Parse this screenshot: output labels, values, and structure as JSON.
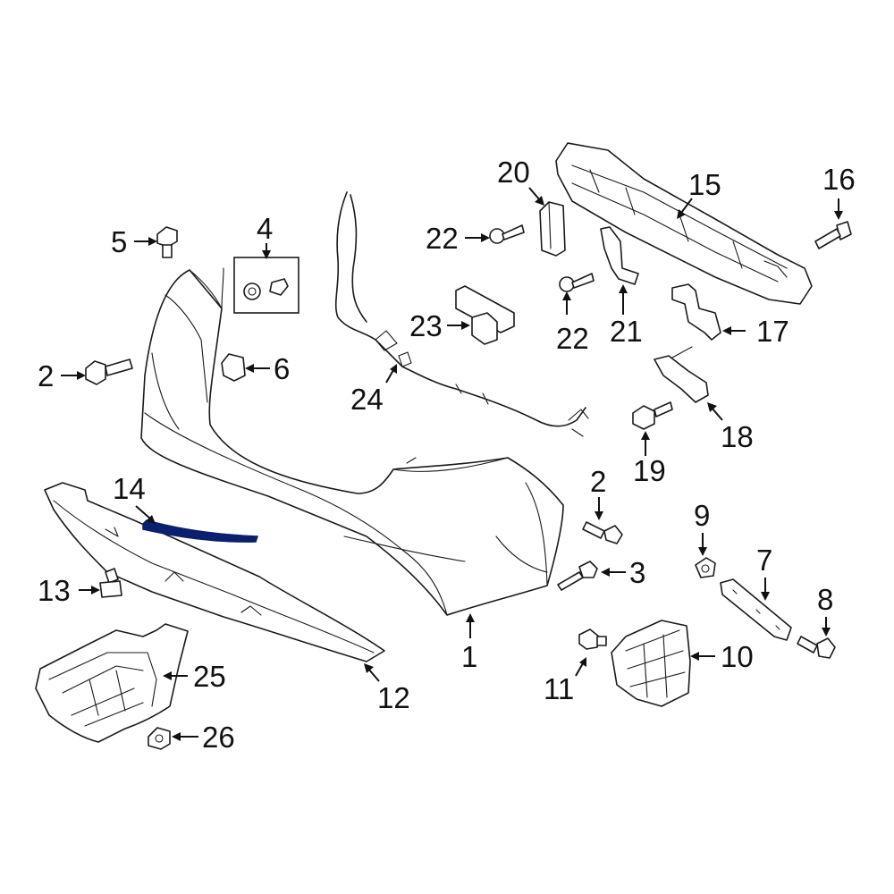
{
  "diagram": {
    "highlight_color": "#0a1f6e",
    "line_color": "#1a1a1a",
    "callouts": {
      "c1": "1",
      "c2a": "2",
      "c2b": "2",
      "c3": "3",
      "c4": "4",
      "c5": "5",
      "c6": "6",
      "c7": "7",
      "c8": "8",
      "c9": "9",
      "c10": "10",
      "c11": "11",
      "c12": "12",
      "c13": "13",
      "c14": "14",
      "c15": "15",
      "c16": "16",
      "c17": "17",
      "c18": "18",
      "c19": "19",
      "c20": "20",
      "c21": "21",
      "c22a": "22",
      "c22b": "22",
      "c23": "23",
      "c24": "24",
      "c25": "25",
      "c26": "26"
    }
  }
}
